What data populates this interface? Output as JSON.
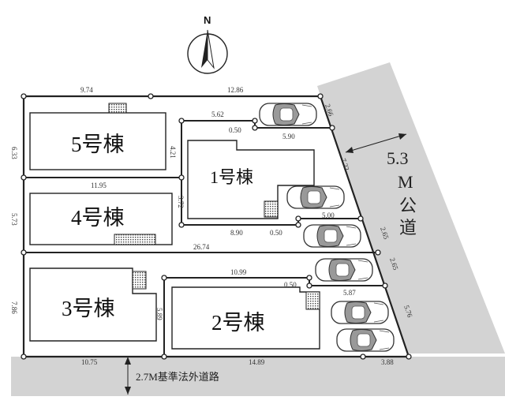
{
  "compass": {
    "letter": "N"
  },
  "lots": [
    {
      "id": "1",
      "name": "1号棟"
    },
    {
      "id": "2",
      "name": "2号棟"
    },
    {
      "id": "3",
      "name": "3号棟"
    },
    {
      "id": "4",
      "name": "4号棟"
    },
    {
      "id": "5",
      "name": "5号棟"
    }
  ],
  "roads": {
    "east": {
      "width": "5.3",
      "unit": "M",
      "name_1": "公",
      "name_2": "道"
    },
    "south": {
      "label": "2.7M基準法外道路"
    }
  },
  "dimensions": {
    "top_left": "9.74",
    "top_right": "12.86",
    "lot5_left": "6.33",
    "lot5_bottom": "11.95",
    "lot4_left": "5.73",
    "lot3_left": "7.86",
    "divider_4_3": "26.74",
    "lot1_top": "5.62",
    "lot1_top_gap": "0.50",
    "lot1_top_right": "5.90",
    "lot1_left_upper": "4.21",
    "lot1_left_lower": "3.72",
    "lot1_bottom": "8.90",
    "lot1_bottom_gap": "0.50",
    "lot1_bottom_right": "5.00",
    "lot2_top": "10.99",
    "lot2_top_gap": "0.50",
    "lot2_top_right": "5.87",
    "lot2_left": "5.89",
    "lot2_bottom": "14.89",
    "bottom_left": "10.75",
    "bottom_right": "3.88",
    "east_1": "2.66",
    "east_2": "7.22",
    "east_3": "2.65",
    "east_4": "2.65",
    "east_5": "5.76"
  }
}
